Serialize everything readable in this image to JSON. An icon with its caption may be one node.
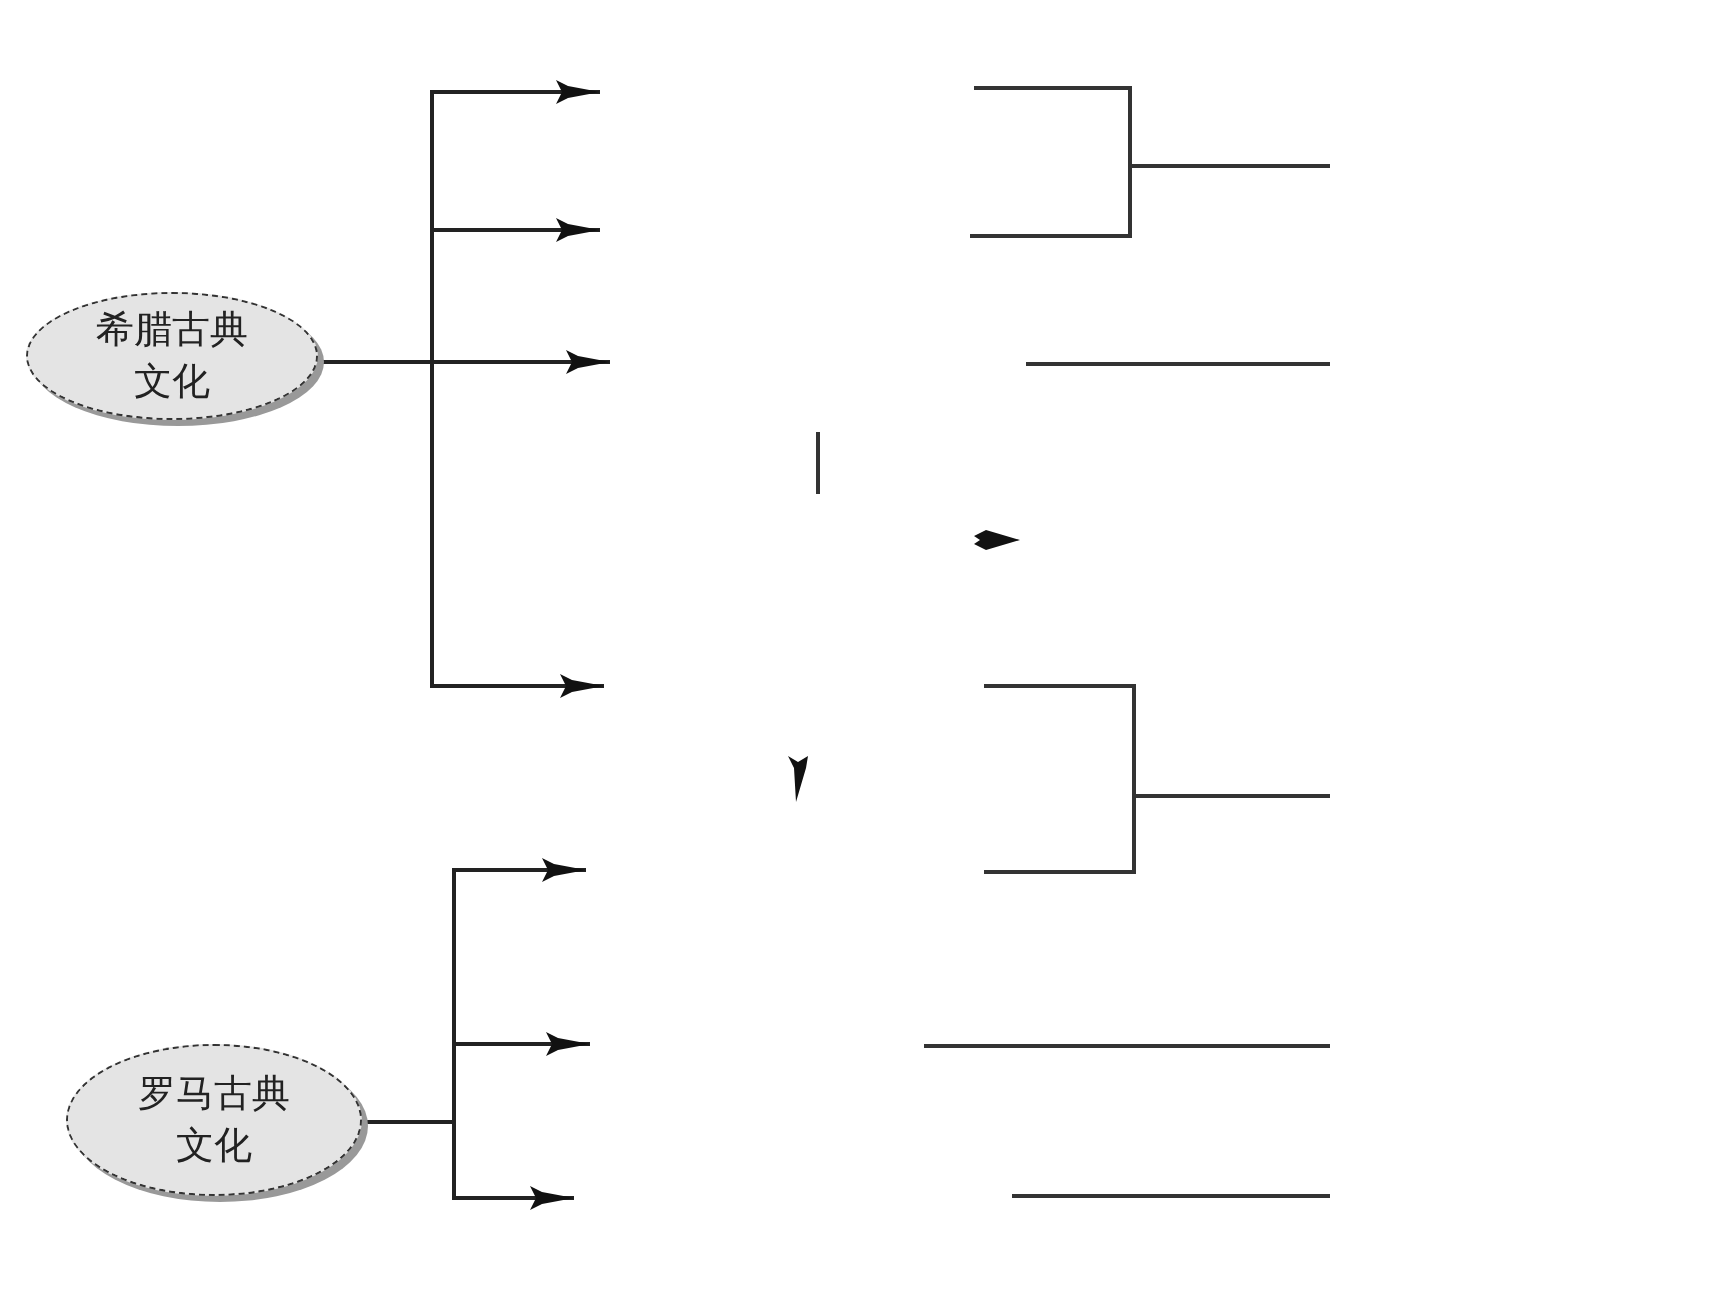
{
  "diagram": {
    "nodes": [
      {
        "text": [
          "希腊古典文化"
        ]
      },
      {
        "text": [
          "罗马古典文化"
        ]
      }
    ],
    "edges": [
      {
        "from": 0,
        "to": null,
        "arrow": "to"
      },
      {
        "from": 0,
        "to": null,
        "arrow": "to"
      },
      {
        "from": 0,
        "to": null,
        "arrow": "to"
      },
      {
        "from": 0,
        "to": null,
        "arrow": "to"
      },
      {
        "from": 1,
        "to": null,
        "arrow": "to"
      },
      {
        "from": 1,
        "to": null,
        "arrow": "to"
      },
      {
        "from": 1,
        "to": null,
        "arrow": "to"
      }
    ]
  }
}
